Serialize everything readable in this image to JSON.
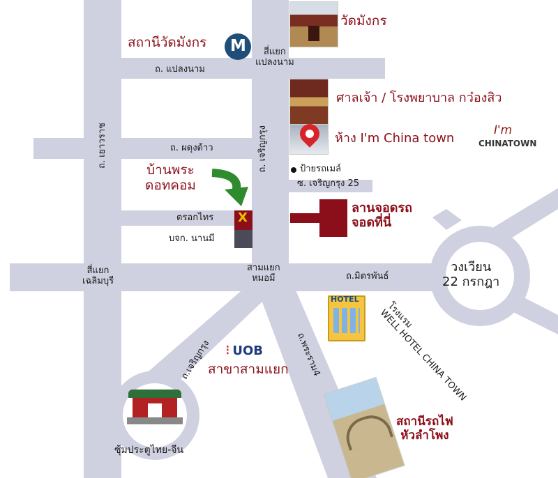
{
  "colors": {
    "road": "#cfd0e0",
    "accent_red": "#8b0f1a",
    "parking": "#8b0f1a",
    "shop_marker": "#8b1a1a",
    "marker_x": "#f0c000",
    "building": "#4a4a58",
    "arrow": "#2e8b2e",
    "mrt_blue": "#1f4e79"
  },
  "landmarks": {
    "mrt_station": "สถานีวัดมังกร",
    "temple": "วัดมังกร",
    "shrine": "ศาลเจ้า / โรงพยาบาล กว๋องสิว",
    "mall": "ห้าง I'm China town",
    "shop_name": "บ้านพระ\nดอทคอม",
    "parking": "ลานจอดรถ\nจอดที่นี่",
    "roundabout": "วงเวียน\n22 กรกฎา",
    "hotel": "โรงแรม\nWELL HOTEL CHINA TOWN",
    "bank": "สาขาสามแยก",
    "gate": "ซุ้มประตูไทย-จีน",
    "train_station": "สถานีรถไฟ\nหัวลำโพง"
  },
  "roads": {
    "plaeng_nam": "ถ. แปลงนาม",
    "phadung_dao": "ถ. ผดุงด้าว",
    "charoenkrung_top": "ถ. เจริญกรุง",
    "charoenkrung_diag": "ถ.เจริญกรุง",
    "rama4": "ถ.พระราม4",
    "mitraphan": "ถ.มิตรพันธ์",
    "yaowarat": "ถ. เยาวราช",
    "soi_25": "ซ. เจริญกรุง 25"
  },
  "intersections": {
    "plaeng_nam": "สี่แยก\nแปลงนาม",
    "chaloem_buri": "สี่แยก\nเฉลิมบุรี",
    "sam_yaek": "สามแยก\nหมอมี"
  },
  "misc": {
    "bus_stop": "ป้ายรถเมล์",
    "alley": "ตรอกไทร",
    "company": "บจก. นานมี",
    "marker_x": "X",
    "mrt_badge": "M",
    "mall_logo_top": "I'm",
    "mall_logo_bottom": "CHINATOWN",
    "bank_logo": "UOB",
    "hotel_sign": "HOTEL"
  },
  "icons": {
    "mrt": "metro-station-icon",
    "mall_pin": "location-pin-icon",
    "arrow": "arrow-down-icon",
    "bus": "bus-stop-dot-icon"
  }
}
